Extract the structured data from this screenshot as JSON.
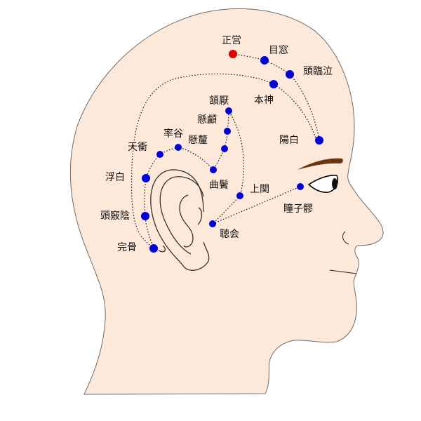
{
  "colors": {
    "skin": "#fde9da",
    "outline": "#6b6b6b",
    "point": "#0000dd",
    "highlight_point": "#e00000",
    "eyebrow": "#6b3410"
  },
  "points": [
    {
      "id": "zhengying",
      "label": "正営",
      "highlight": true
    },
    {
      "id": "muchuang",
      "label": "目窓"
    },
    {
      "id": "toulinqi",
      "label": "頭臨泣"
    },
    {
      "id": "benshen",
      "label": "本神"
    },
    {
      "id": "yangbai",
      "label": "陽白"
    },
    {
      "id": "hanyan",
      "label": "頷厭"
    },
    {
      "id": "xuanlu",
      "label": "懸顱"
    },
    {
      "id": "xuanli",
      "label": "懸釐"
    },
    {
      "id": "qubin",
      "label": "曲鬢"
    },
    {
      "id": "shuaigu",
      "label": "率谷"
    },
    {
      "id": "tianchong",
      "label": "天衝"
    },
    {
      "id": "fubai",
      "label": "浮白"
    },
    {
      "id": "touqiaoyin",
      "label": "頭竅陰"
    },
    {
      "id": "wangu",
      "label": "完骨"
    },
    {
      "id": "shangguan",
      "label": "上関"
    },
    {
      "id": "tinghui",
      "label": "聴会"
    },
    {
      "id": "tongziliao",
      "label": "瞳子髎"
    }
  ]
}
